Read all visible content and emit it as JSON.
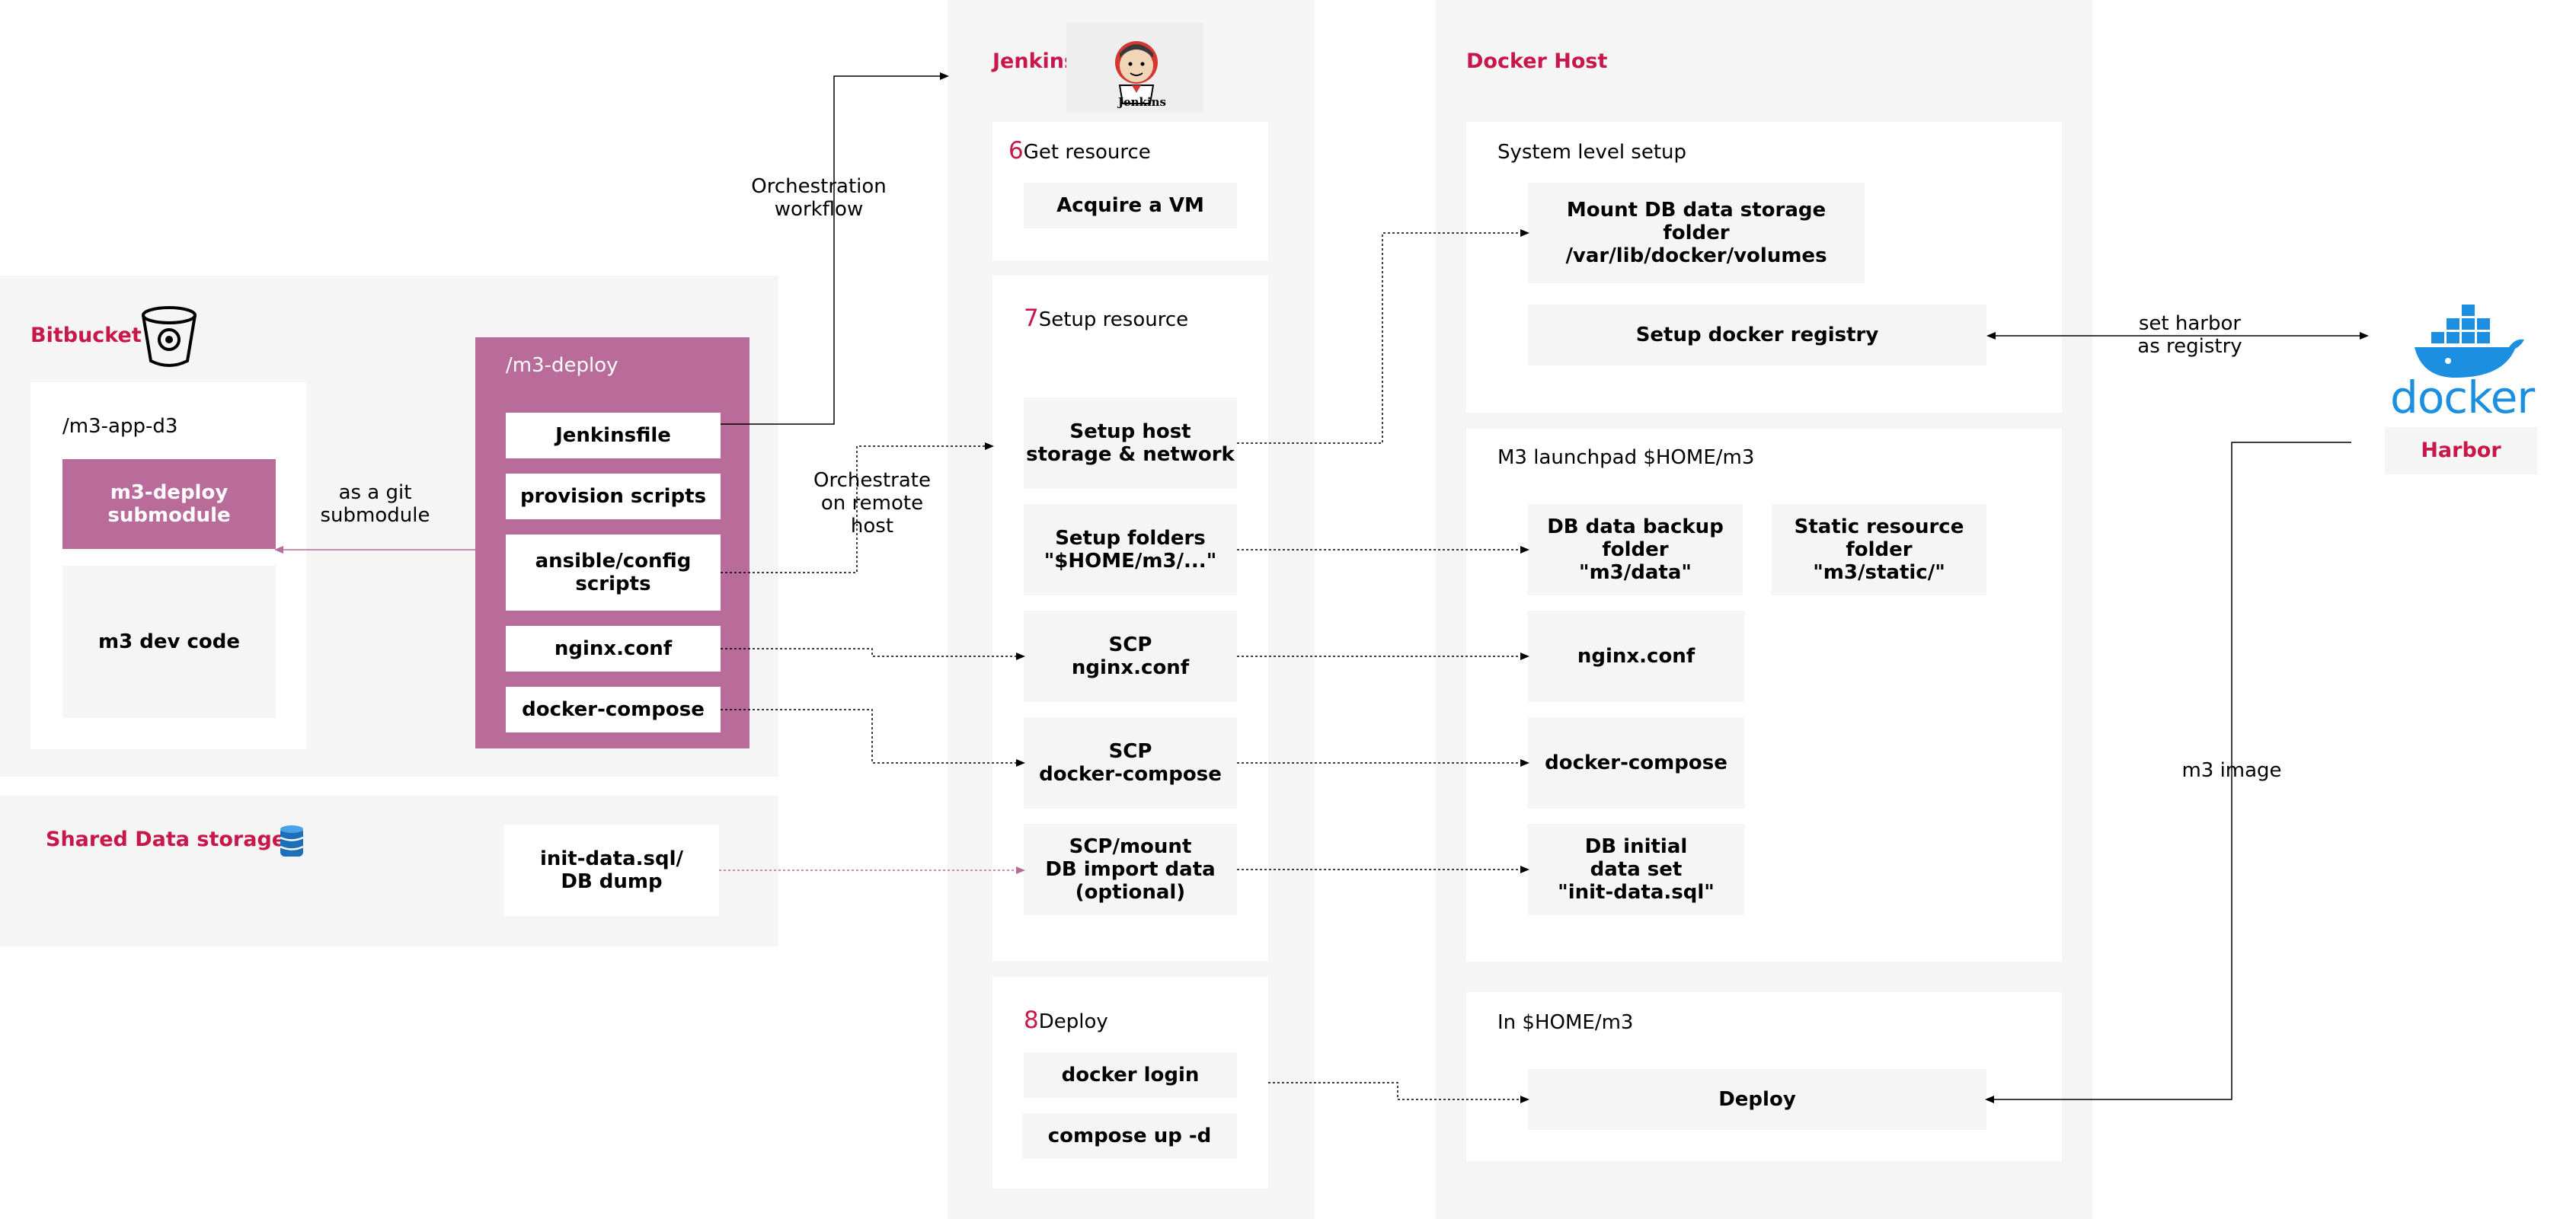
{
  "bitbucket": {
    "title": "Bitbucket",
    "repo_app": "/m3-app-d3",
    "submodule": "m3-deploy\nsubmodule",
    "dev_code": "m3 dev code",
    "repo_deploy": "/m3-deploy",
    "files": [
      "Jenkinsfile",
      "provision scripts",
      "ansible/config\nscripts",
      "nginx.conf",
      "docker-compose"
    ]
  },
  "shared": {
    "title": "Shared Data storage",
    "dump": "init-data.sql/\nDB dump"
  },
  "labels": {
    "git_submodule": "as a git\nsubmodule",
    "orchestration": "Orchestration\nworkflow",
    "orchestrate_remote": "Orchestrate\non remote\nhost",
    "set_harbor": "set harbor\nas registry",
    "m3_image": "m3 image"
  },
  "jenkins": {
    "title": "Jenkins",
    "logo_caption": "Jenkins",
    "step6": {
      "num": "6",
      "title": "Get resource",
      "items": [
        "Acquire a VM"
      ]
    },
    "step7": {
      "num": "7",
      "title": "Setup resource",
      "items": [
        "Setup host\nstorage & network",
        "Setup folders\n\"$HOME/m3/...\"",
        "SCP\nnginx.conf",
        "SCP\ndocker-compose",
        "SCP/mount\nDB import data\n(optional)"
      ]
    },
    "step8": {
      "num": "8",
      "title": "Deploy",
      "items": [
        "docker login",
        "compose up -d"
      ]
    }
  },
  "docker_host": {
    "title": "Docker Host",
    "system": {
      "title": "System level setup",
      "items": [
        "Mount DB data storage\nfolder\n/var/lib/docker/volumes",
        "Setup docker registry"
      ]
    },
    "launchpad": {
      "title": "M3 launchpad $HOME/m3",
      "items": [
        "DB data backup\nfolder\n\"m3/data\"",
        "Static resource\nfolder\n\"m3/static/\"",
        "nginx.conf",
        "docker-compose",
        "DB initial\ndata set\n\"init-data.sql\""
      ]
    },
    "deploy_section": {
      "title": "In $HOME/m3",
      "items": [
        "Deploy"
      ]
    }
  },
  "harbor": {
    "logo_text": "docker",
    "label": "Harbor"
  },
  "colors": {
    "accent": "#c8174a",
    "repo": "#b96b9a",
    "panel": "#f5f5f5",
    "docker_blue": "#1d8fe1"
  }
}
